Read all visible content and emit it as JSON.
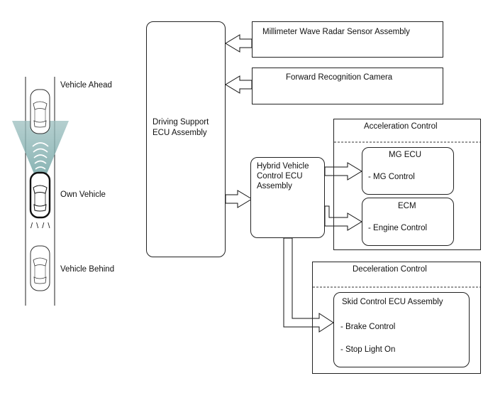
{
  "road": {
    "vehicle_ahead": "Vehicle Ahead",
    "own_vehicle": "Own Vehicle",
    "vehicle_behind": "Vehicle Behind",
    "motion_marks": "/ \\ / \\"
  },
  "blocks": {
    "driving_support_ecu": [
      "Driving Support",
      "ECU Assembly"
    ],
    "radar_sensor": "Millimeter Wave Radar Sensor Assembly",
    "forward_camera": "Forward Recognition Camera",
    "hybrid_ecu": [
      "Hybrid Vehicle",
      "Control ECU",
      "Assembly"
    ],
    "acceleration_control": {
      "title": "Acceleration Control",
      "mg_ecu": {
        "title": "MG ECU",
        "item": "- MG Control"
      },
      "ecm": {
        "title": "ECM",
        "item": "- Engine Control"
      }
    },
    "deceleration_control": {
      "title": "Deceleration Control",
      "skid_ecu": {
        "title": "Skid Control ECU Assembly",
        "items": [
          "- Brake Control",
          "- Stop Light On"
        ]
      }
    }
  }
}
